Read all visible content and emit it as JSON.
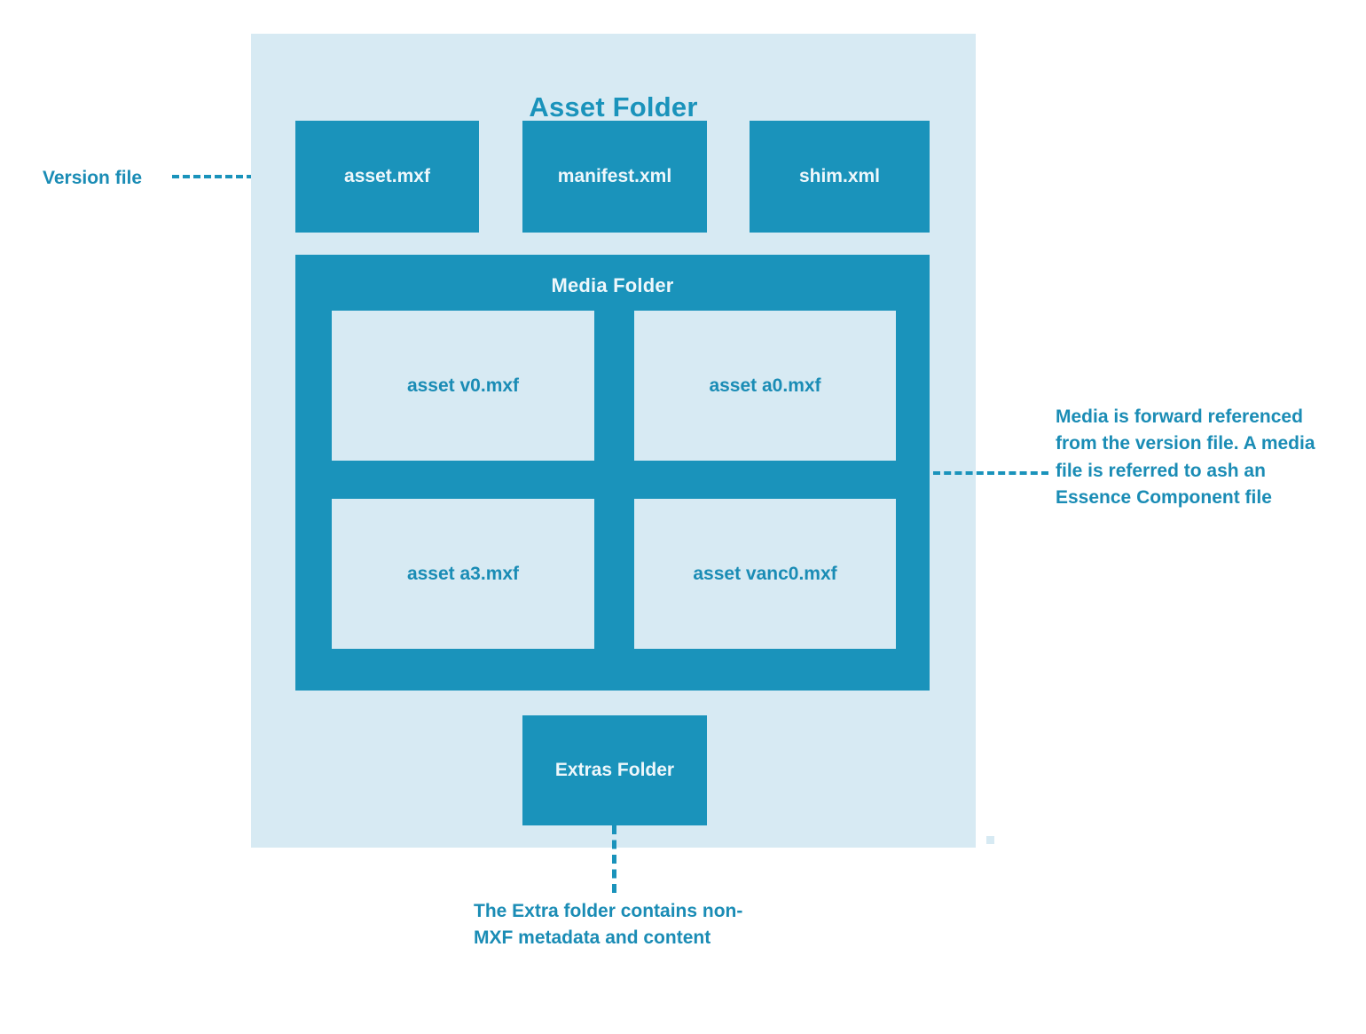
{
  "diagram": {
    "title": "Asset Folder",
    "colors": {
      "light_blue": "#d7eaf3",
      "teal": "#1a93bb",
      "text_teal": "#1a8cb5",
      "text_light": "#eef7fb",
      "background": "#ffffff"
    },
    "top_files": [
      {
        "label": "asset.mxf"
      },
      {
        "label": "manifest.xml"
      },
      {
        "label": "shim.xml"
      }
    ],
    "media_folder": {
      "title": "Media Folder",
      "items": [
        {
          "label": "asset v0.mxf"
        },
        {
          "label": "asset a0.mxf"
        },
        {
          "label": "asset a3.mxf"
        },
        {
          "label": "asset vanc0.mxf"
        }
      ]
    },
    "extras_folder": {
      "label": "Extras Folder"
    },
    "annotations": {
      "version_file": "Version file",
      "media_reference": "Media is forward referenced from the version file. A media file is referred to ash an Essence Component file",
      "extras_note": "The Extra folder contains non-MXF metadata and content"
    }
  }
}
